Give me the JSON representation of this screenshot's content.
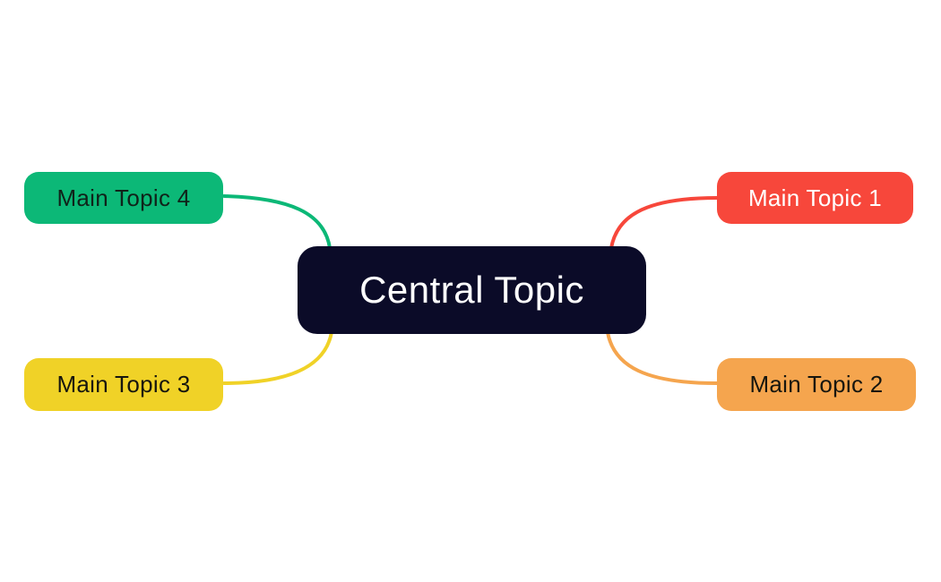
{
  "diagram": {
    "type": "mindmap",
    "background": "#ffffff",
    "central": {
      "label": "Central Topic",
      "color": "#0b0b28",
      "text_color": "#ffffff"
    },
    "topics": [
      {
        "label": "Main Topic 1",
        "position": "top-right",
        "color": "#f7473b",
        "text_color": "#ffffff"
      },
      {
        "label": "Main Topic 2",
        "position": "bottom-right",
        "color": "#f5a54e",
        "text_color": "#16160f"
      },
      {
        "label": "Main Topic 3",
        "position": "bottom-left",
        "color": "#f0d227",
        "text_color": "#16160f"
      },
      {
        "label": "Main Topic 4",
        "position": "top-left",
        "color": "#0cb877",
        "text_color": "#10231a"
      }
    ],
    "connections": [
      {
        "from": "Central Topic",
        "to": "Main Topic 1"
      },
      {
        "from": "Central Topic",
        "to": "Main Topic 2"
      },
      {
        "from": "Central Topic",
        "to": "Main Topic 3"
      },
      {
        "from": "Central Topic",
        "to": "Main Topic 4"
      }
    ]
  }
}
